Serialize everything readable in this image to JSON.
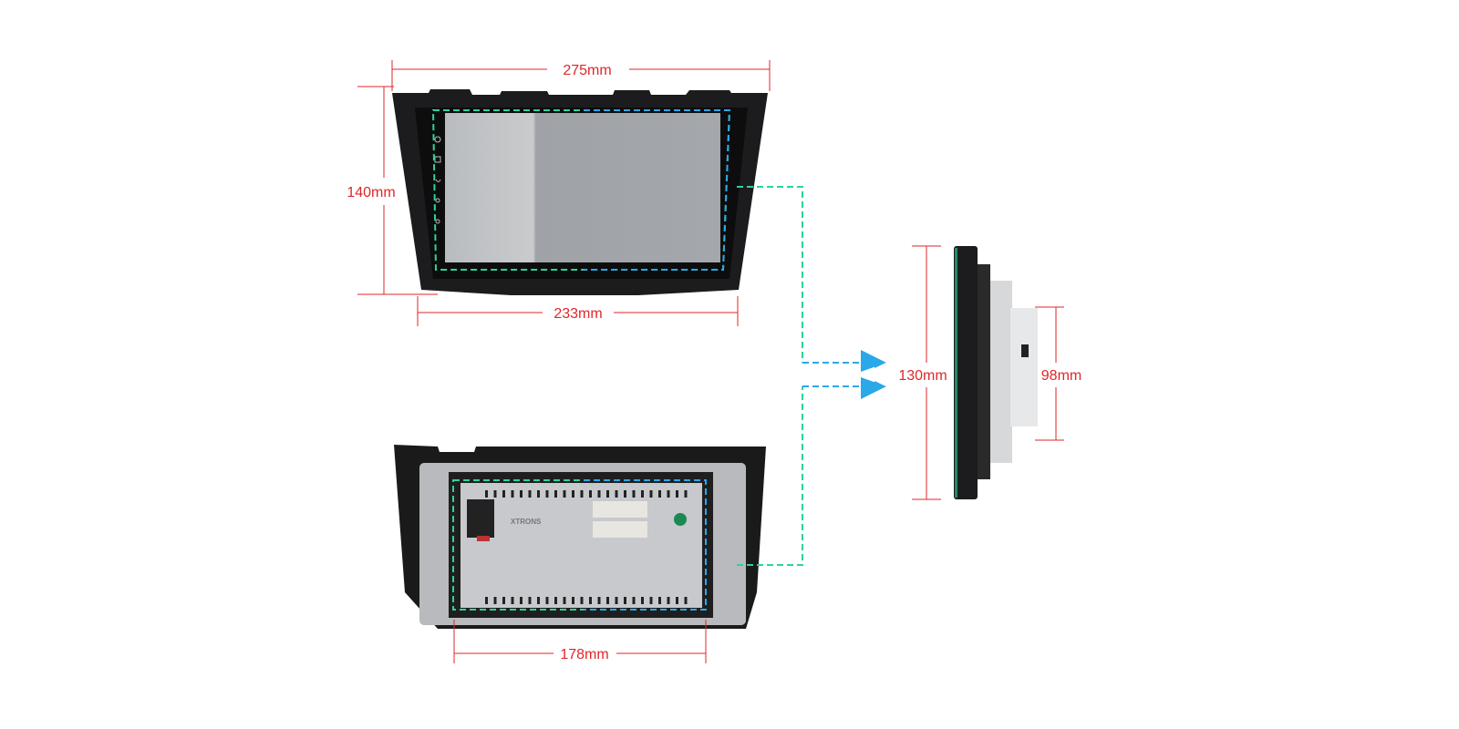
{
  "dimensions": {
    "front_width": "275mm",
    "front_height": "140mm",
    "front_bottom_width": "233mm",
    "rear_width": "178mm",
    "side_height": "130mm",
    "side_chassis_height": "98mm"
  },
  "brand_logo": "XTRONS",
  "colors": {
    "dimension": "#e0262a",
    "green_dash": "#2bd49a",
    "blue_dash": "#2aa8e8",
    "bezel": "#1c1c1e"
  }
}
